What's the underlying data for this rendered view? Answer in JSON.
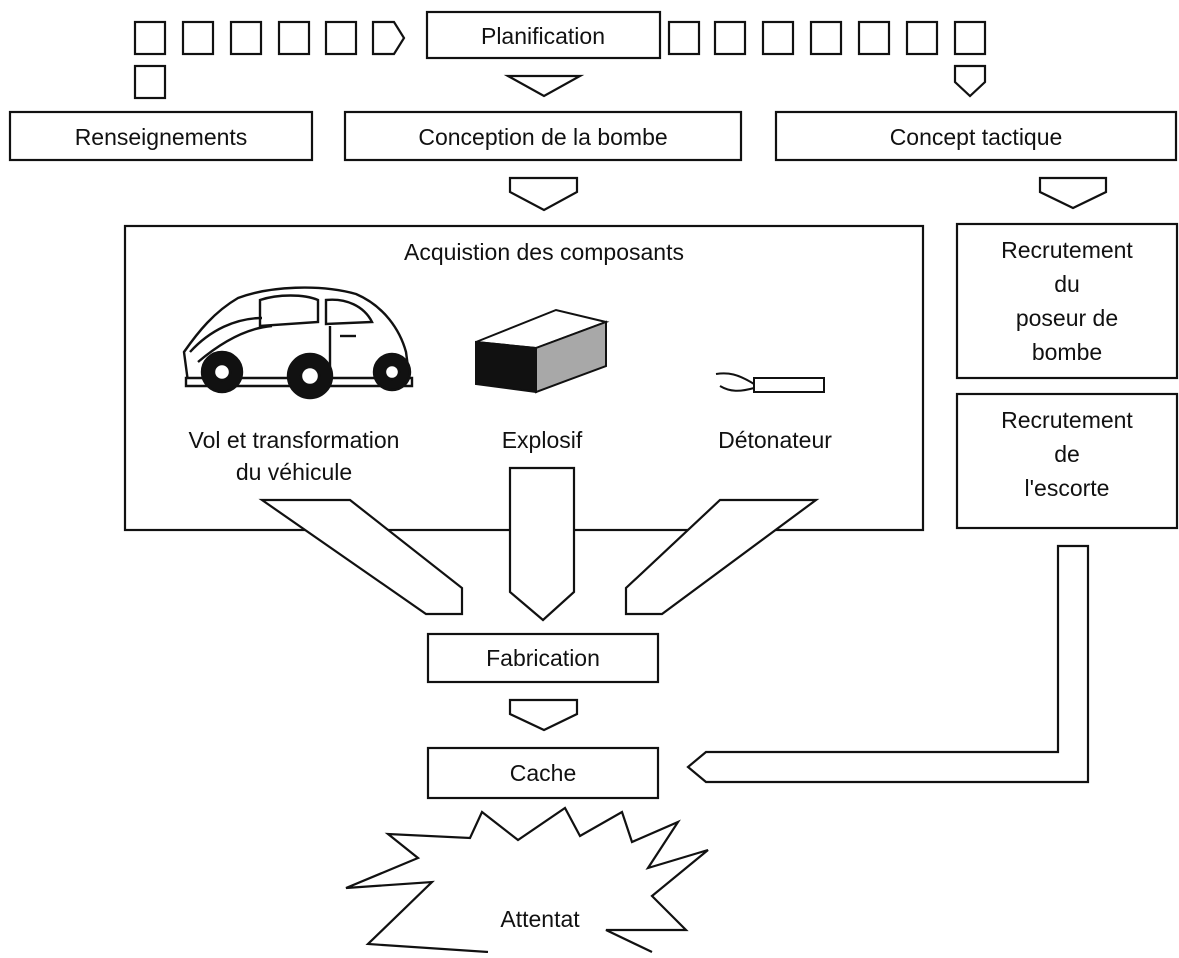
{
  "diagram": {
    "planning": "Planification",
    "intelligence": "Renseignements",
    "bomb_design": "Conception de la bombe",
    "tactical_concept": "Concept tactique",
    "acquisition": {
      "title": "Acquistion des composants",
      "vehicle_line1": "Vol et transformation",
      "vehicle_line2": "du véhicule",
      "explosive": "Explosif",
      "detonator": "Détonateur"
    },
    "bomber_recruitment": [
      "Recrutement",
      "du",
      "poseur de",
      "bombe"
    ],
    "escort_recruitment": [
      "Recrutement",
      "de",
      "l'escorte"
    ],
    "fabrication": "Fabrication",
    "cache": "Cache",
    "attack": "Attentat"
  },
  "colors": {
    "stroke": "#111111",
    "background": "#ffffff",
    "explosive_side": "#a8a8a8"
  }
}
